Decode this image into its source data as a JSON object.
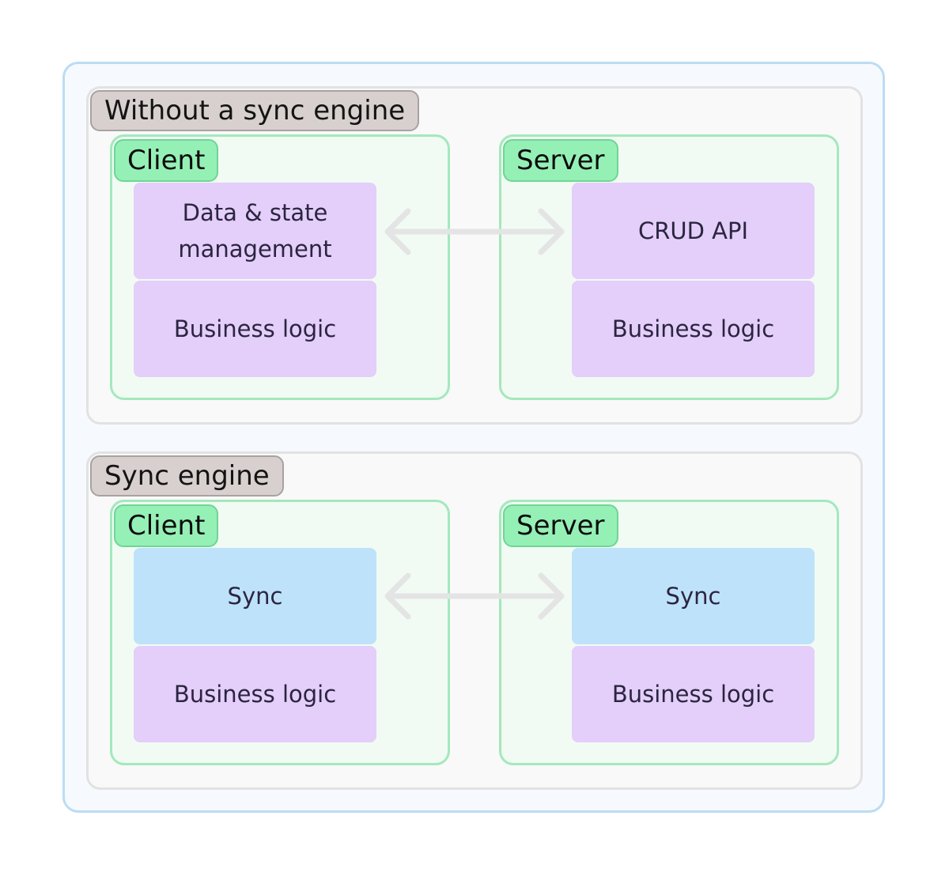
{
  "colors": {
    "outer_border": "#bcdcf3",
    "section_bg": "#f9f9f9",
    "section_title_bg": "#d8d0cf",
    "panel_border": "#a4e8bd",
    "panel_bg": "#f1fbf3",
    "tag_bg": "#95f0b6",
    "purple_block": "#e4cefa",
    "blue_block": "#bfe2fb",
    "arrow": "#e4e4e4"
  },
  "sections": [
    {
      "title": "Without a sync engine",
      "client": {
        "label": "Client",
        "blocks": [
          "Data & state management",
          "Business logic"
        ]
      },
      "server": {
        "label": "Server",
        "blocks": [
          "CRUD API",
          "Business logic"
        ]
      },
      "connector_icon": "double-arrow-icon"
    },
    {
      "title": "Sync engine",
      "client": {
        "label": "Client",
        "blocks": [
          "Sync",
          "Business logic"
        ]
      },
      "server": {
        "label": "Server",
        "blocks": [
          "Sync",
          "Business logic"
        ]
      },
      "connector_icon": "double-arrow-icon"
    }
  ]
}
